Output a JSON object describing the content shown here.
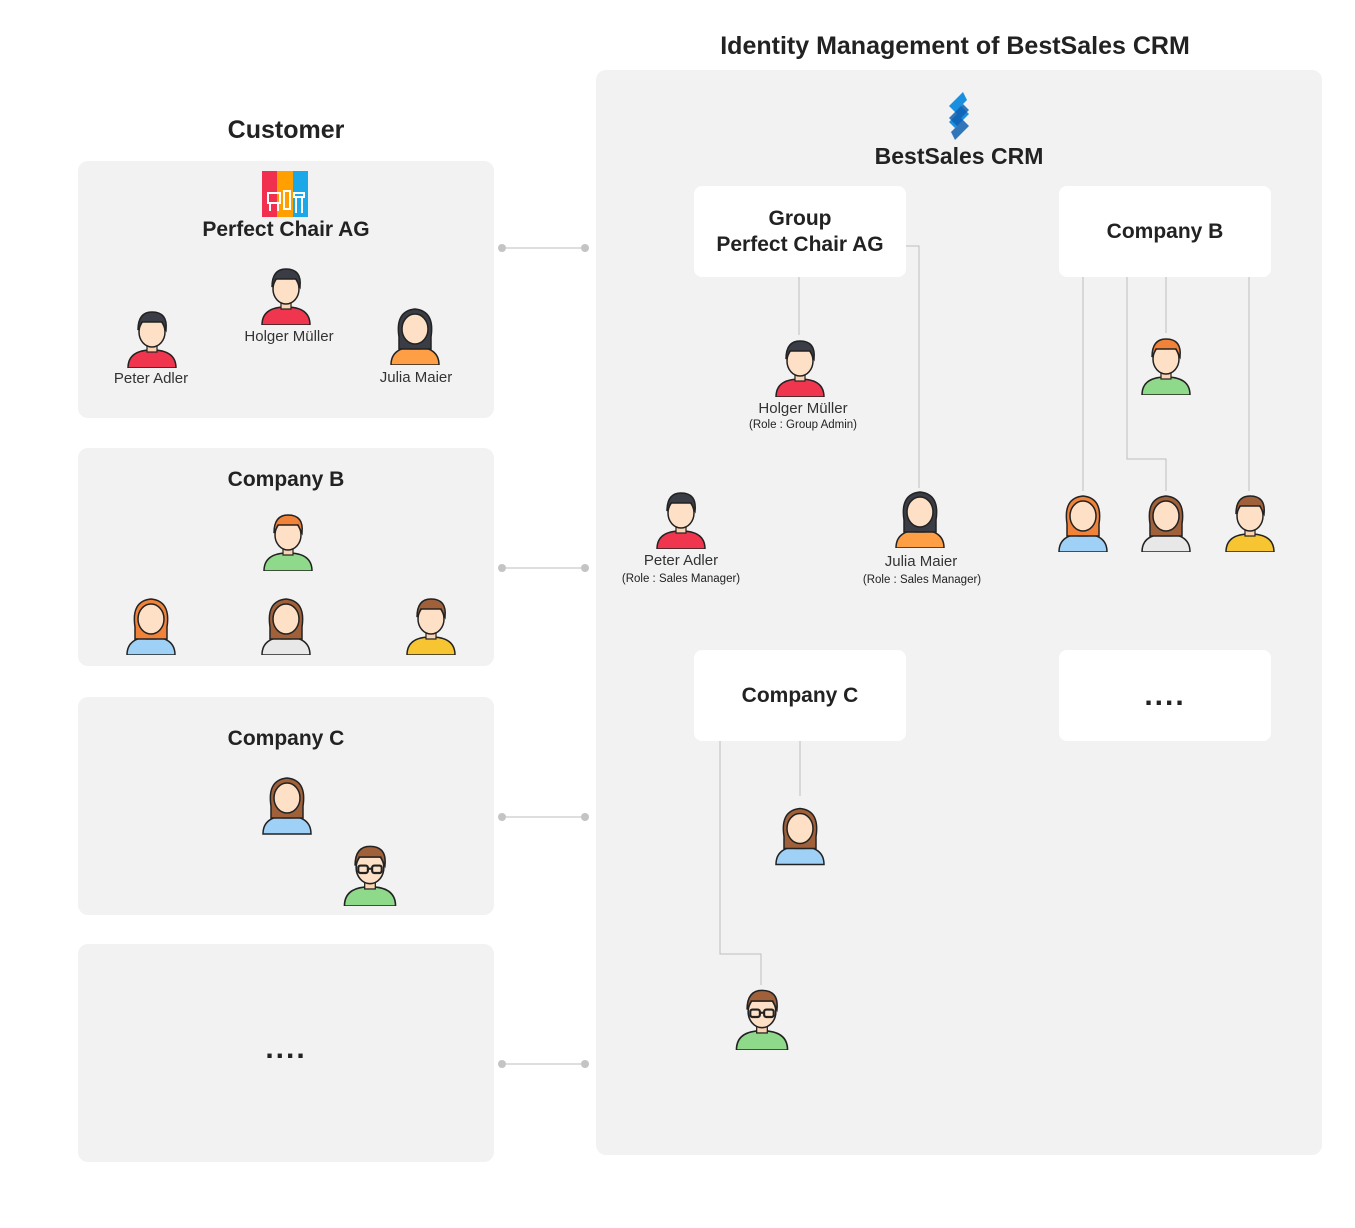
{
  "title": "Identity Management of BestSales CRM",
  "customer": {
    "heading": "Customer",
    "groups": [
      {
        "name": "Perfect Chair AG",
        "members": [
          "Holger Müller",
          "Peter Adler",
          "Julia Maier"
        ]
      },
      {
        "name": "Company B"
      },
      {
        "name": "Company C"
      },
      {
        "name": "...."
      }
    ]
  },
  "crm": {
    "logo_name": "BestSales CRM",
    "group_card": "Group\nPerfect Chair AG",
    "group_card_line1": "Group",
    "group_card_line2": "Perfect Chair AG",
    "company_b": "Company B",
    "company_c": "Company C",
    "more": "....",
    "users": [
      {
        "name": "Holger Müller",
        "role": "(Role : Group Admin)"
      },
      {
        "name": "Peter Adler",
        "role": "(Role : Sales Manager)"
      },
      {
        "name": "Julia Maier",
        "role": "(Role : Sales Manager)"
      }
    ]
  },
  "colors": {
    "panel": "#f2f2f2",
    "card": "#ffffff",
    "line": "#bbbbbb",
    "logo": "#1a8fe0"
  }
}
